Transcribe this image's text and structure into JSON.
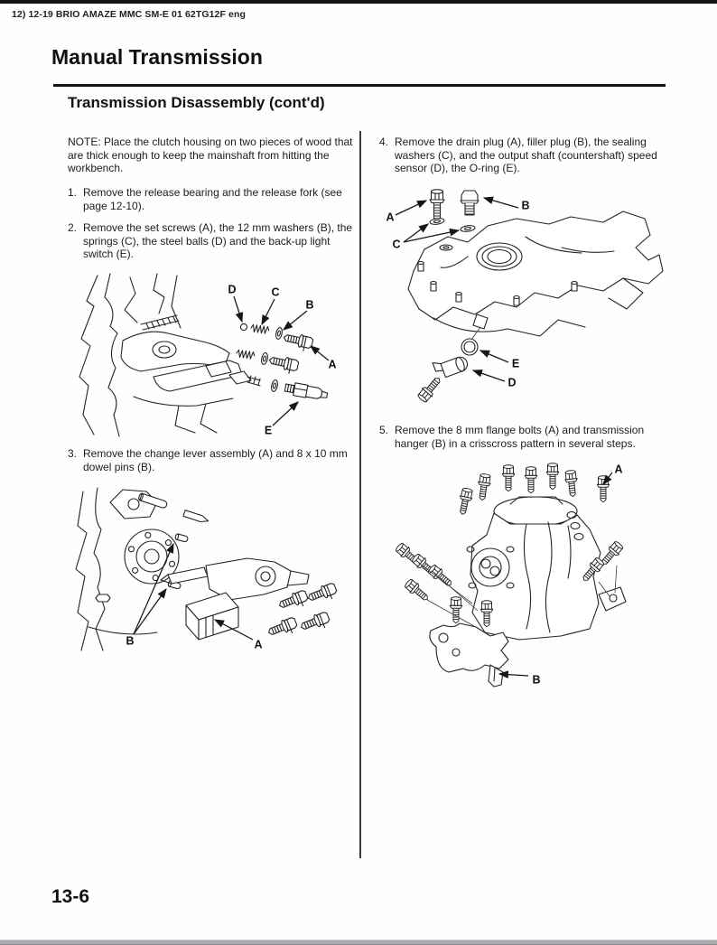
{
  "header": {
    "doc_ref": "12) 12-19 BRIO AMAZE MMC SM-E 01 62TG12F eng",
    "title": "Manual Transmission"
  },
  "section": {
    "heading": "Transmission Disassembly (cont'd)"
  },
  "note": "NOTE: Place the clutch housing on two pieces of wood that are thick enough to keep the mainshaft from hitting the workbench.",
  "steps": [
    {
      "num": "1.",
      "text": "Remove the release bearing and the release fork (see page 12-10)."
    },
    {
      "num": "2.",
      "text": "Remove the set screws (A), the 12 mm washers (B), the springs (C), the steel balls (D) and the back-up light switch (E)."
    },
    {
      "num": "3.",
      "text": "Remove the change lever assembly (A) and 8 x 10 mm dowel pins (B)."
    },
    {
      "num": "4.",
      "text": "Remove the drain plug (A), filler plug (B), the sealing washers (C), and the output shaft (countershaft) speed sensor (D), the O-ring (E)."
    },
    {
      "num": "5.",
      "text": "Remove the 8 mm flange bolts (A) and transmission hanger (B) in a crisscross pattern in several steps."
    }
  ],
  "figures": {
    "fig1": {
      "labels": [
        "D",
        "C",
        "B",
        "A",
        "E"
      ]
    },
    "fig2": {
      "labels": [
        "B",
        "A"
      ]
    },
    "fig3": {
      "labels": [
        "A",
        "B",
        "C",
        "E",
        "D"
      ]
    },
    "fig4": {
      "labels": [
        "A",
        "B"
      ]
    }
  },
  "footer": {
    "page_number": "13-6"
  }
}
